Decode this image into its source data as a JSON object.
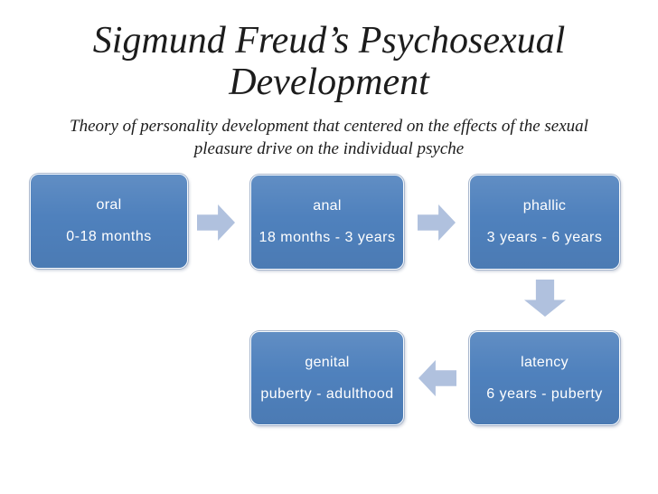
{
  "slide": {
    "title": "Sigmund Freud’s Psychosexual Development",
    "subtitle": "Theory of personality development that centered on the effects of the sexual pleasure drive on the individual psyche"
  },
  "diagram": {
    "stages": [
      {
        "label": "oral",
        "range": "0-18 months"
      },
      {
        "label": "anal",
        "range": "18 months - 3 years"
      },
      {
        "label": "phallic",
        "range": "3 years - 6 years"
      },
      {
        "label": "latency",
        "range": "6 years - puberty"
      },
      {
        "label": "genital",
        "range": "puberty - adulthood"
      }
    ],
    "arrows": [
      {
        "name": "oral-to-anal",
        "direction": "right"
      },
      {
        "name": "anal-to-phallic",
        "direction": "right"
      },
      {
        "name": "phallic-to-latency",
        "direction": "down"
      },
      {
        "name": "latency-to-genital",
        "direction": "left"
      }
    ]
  },
  "colors": {
    "background": "#ffffff",
    "stage_box_fill": "#4f81bd",
    "stage_box_text": "#ffffff",
    "arrow_fill": "#b0c1de",
    "title_text": "#1c1c1c"
  }
}
